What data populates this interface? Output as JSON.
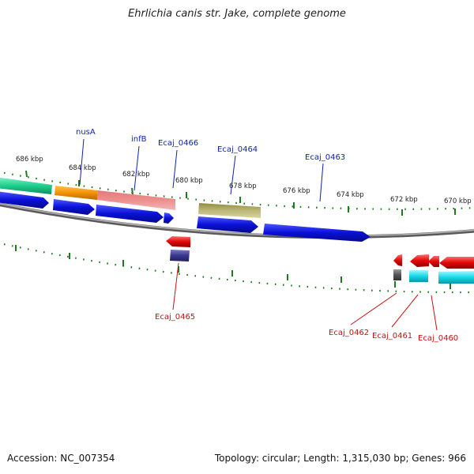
{
  "title": "Ehrlichia canis str. Jake, complete genome",
  "footer": {
    "accession": "Accession: NC_007354",
    "summary": "Topology: circular; Length: 1,315,030 bp; Genes: 966"
  },
  "colors": {
    "backbone": "#8a8a8a",
    "tick": "#1d7a1d",
    "forward_label": "#0b1fb5",
    "reverse_label": "#c41111",
    "gene_blue": "#0a10d8",
    "gene_red": "#e00808"
  },
  "scale": {
    "unit": "kbp",
    "tick_labels": [
      "686 kbp",
      "684 kbp",
      "682 kbp",
      "680 kbp",
      "678 kbp",
      "676 kbp",
      "674 kbp",
      "672 kbp",
      "670 kbp"
    ]
  },
  "forward_labels": [
    "nusA",
    "infB",
    "Ecaj_0466",
    "Ecaj_0464",
    "Ecaj_0463"
  ],
  "reverse_labels": [
    "Ecaj_0465",
    "Ecaj_0462",
    "Ecaj_0461",
    "Ecaj_0460"
  ]
}
